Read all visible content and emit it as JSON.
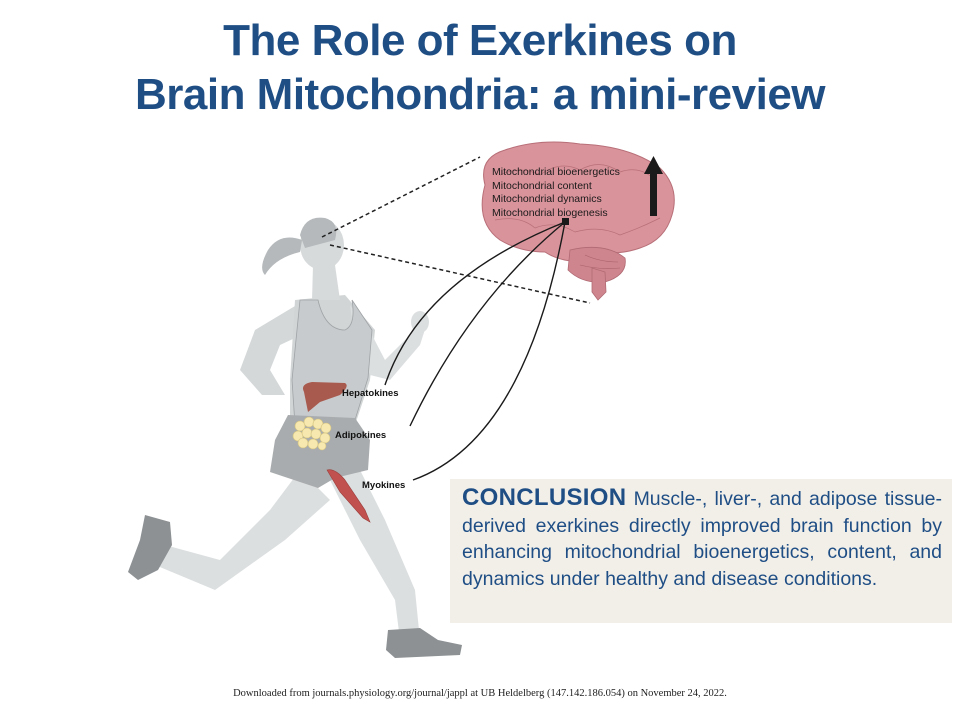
{
  "title": {
    "line1": "The Role of Exerkines on",
    "line2": "Brain Mitochondria: a mini-review"
  },
  "brain": {
    "effects": [
      "Mitochondrial bioenergetics",
      "Mitochondrial content",
      "Mitochondrial dynamics",
      "Mitochondrial biogenesis"
    ],
    "indicator": "up-arrow-icon"
  },
  "exerkines": [
    {
      "label": "Hepatokines",
      "organ": "liver"
    },
    {
      "label": "Adipokines",
      "organ": "adipose tissue"
    },
    {
      "label": "Myokines",
      "organ": "muscle"
    }
  ],
  "conclusion": {
    "heading": "CONCLUSION",
    "text": "Muscle-, liver-, and adipose tissue-derived exerkines directly improved brain function by enhancing mitochondrial bioenergetics, content, and dynamics under healthy and disease conditions."
  },
  "footer": "Downloaded from journals.physiology.org/journal/jappl at UB Heldelberg (147.142.186.054) on November 24, 2022.",
  "colors": {
    "title": "#1f4e85",
    "brain": "#d9939b",
    "body": "#dcdfe0",
    "clothing": "#a9acae",
    "liver": "#a85a4e",
    "muscle": "#c0514f",
    "fat": "#f3e3a6",
    "conclusion_bg": "#f2efe9"
  }
}
